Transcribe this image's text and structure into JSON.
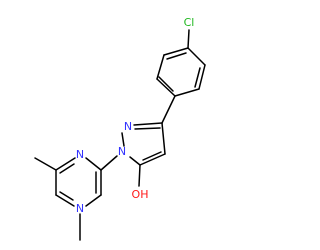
{
  "atoms": {
    "cl": {
      "text": "Cl",
      "color": "#1fb81f"
    },
    "n_top": {
      "text": "N",
      "color": "#3333ff"
    },
    "n_pyrazole": {
      "text": "N",
      "color": "#3333ff"
    },
    "n_pyr_upper": {
      "text": "N",
      "color": "#3333ff"
    },
    "n_pyr_lower": {
      "text": "N",
      "color": "#3333ff"
    },
    "oh": {
      "text": "OH",
      "color": "#ff1a1a"
    }
  }
}
